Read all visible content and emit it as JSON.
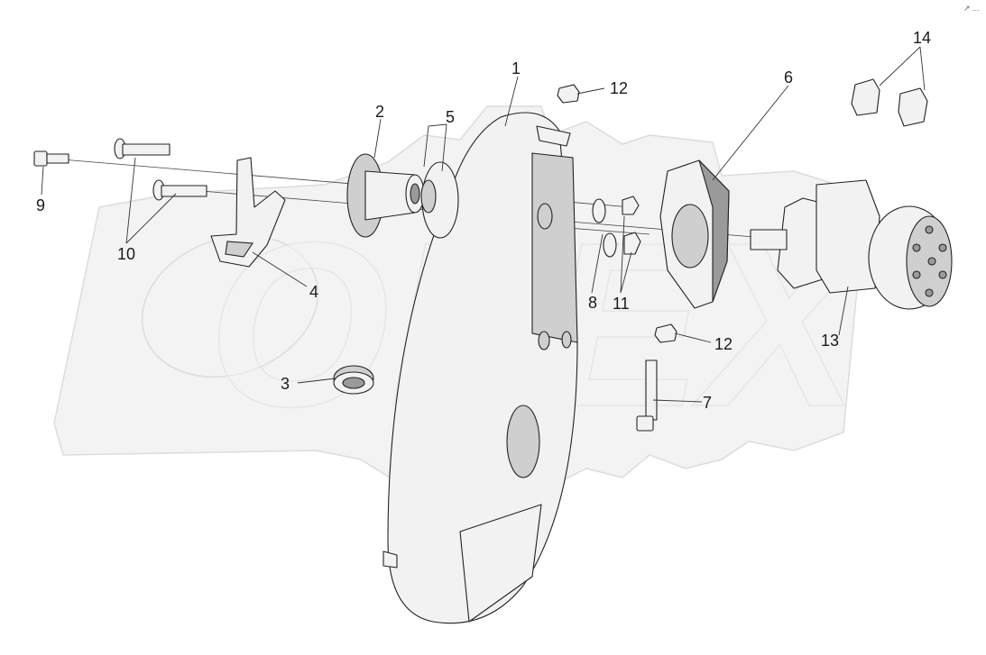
{
  "diagram": {
    "watermark_text": "OPEX",
    "corner_mark": "↗ ...",
    "callouts": {
      "c1": "1",
      "c2": "2",
      "c3": "3",
      "c4": "4",
      "c5": "5",
      "c6": "6",
      "c7": "7",
      "c8": "8",
      "c9": "9",
      "c10": "10",
      "c11": "11",
      "c12a": "12",
      "c12b": "12",
      "c13": "13",
      "c14": "14"
    }
  }
}
